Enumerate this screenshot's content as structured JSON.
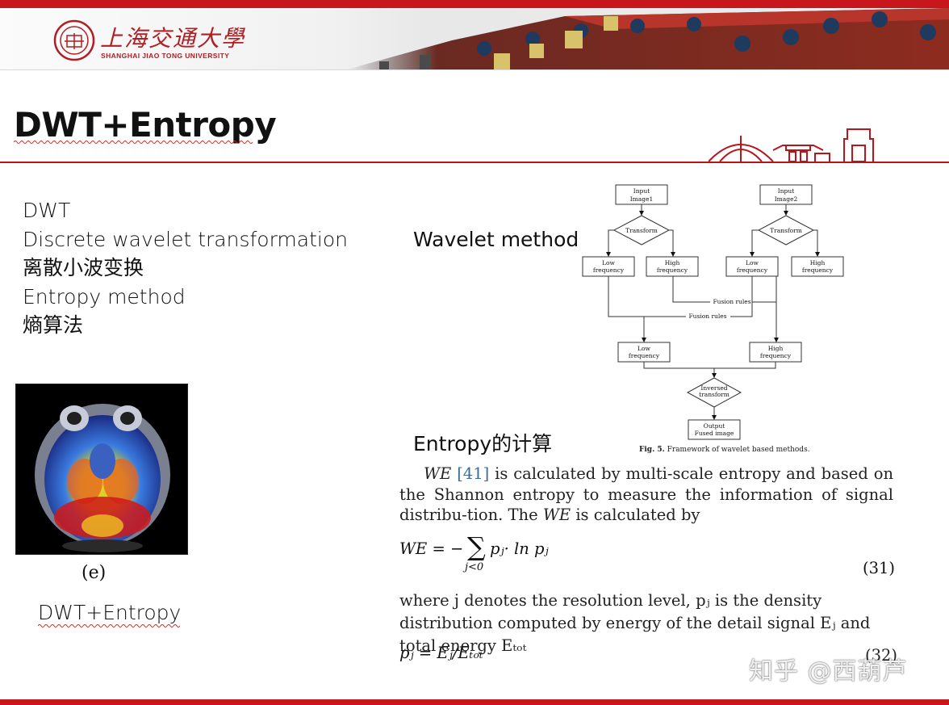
{
  "header": {
    "university_cn": "上海交通大學",
    "university_en": "SHANGHAI JIAO TONG UNIVERSITY"
  },
  "slide": {
    "title": "DWT+Entropy"
  },
  "left_notes": {
    "line1": "DWT",
    "line2": "Discrete wavelet transformation",
    "line3": "离散小波变换",
    "line4": "Entropy method",
    "line5": "熵算法"
  },
  "wavelet_label": "Wavelet method",
  "entropy_label": "Entropy的计算",
  "flowchart": {
    "input1_a": "Input",
    "input1_b": "Image1",
    "input2_a": "Input",
    "input2_b": "Image2",
    "transform": "Transform",
    "low_a": "Low",
    "low_b": "frequency",
    "high_a": "High",
    "high_b": "frequency",
    "fusion_rules": "Fusion rules",
    "inversed_a": "Inversed",
    "inversed_b": "transform",
    "output_a": "Output",
    "output_b": "Fused image",
    "caption_prefix": "Fig. 5.",
    "caption_text": "Framework of wavelet based methods."
  },
  "figure_e": {
    "label": "(e)",
    "caption": "DWT+Entropy"
  },
  "paper": {
    "para_we": "WE",
    "para_ref": "[41]",
    "para_text1": "is calculated by multi-scale entropy and based on the Shannon entropy to measure the information of signal distribu-tion. The",
    "para_we2": "WE",
    "para_text2": "is calculated by",
    "eq31_lhs": "WE =  −",
    "eq31_sum": "∑",
    "eq31_sub": "j<0",
    "eq31_rhs": "pⱼ· ln  pⱼ",
    "eq31_num": "(31)",
    "where_text": "where j denotes the resolution level, pⱼ is the density distribution computed by energy of the detail signal Eⱼ and total energy Eₜₒₜ",
    "eq32": "pⱼ = Eⱼ/Eₜₒₜ",
    "eq32_num": "(32)"
  },
  "watermark": "知乎 @西葫芦",
  "colors": {
    "accent_red": "#c8161d",
    "ref_blue": "#3a6b9c"
  }
}
